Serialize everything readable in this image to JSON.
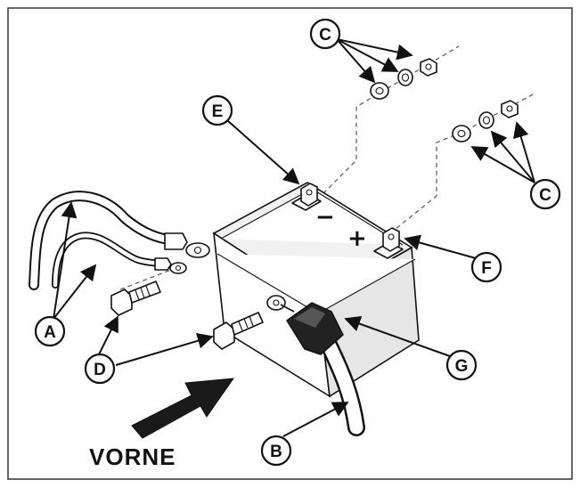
{
  "labels": {
    "a": "A",
    "b": "B",
    "c": "C",
    "d": "D",
    "e": "E",
    "f": "F",
    "g": "G"
  },
  "terminals": {
    "negative": "−",
    "positive": "+"
  },
  "direction_label": "VORNE",
  "colors": {
    "ink": "#111111",
    "paper": "#ffffff",
    "arrow": "#1a1a1a"
  }
}
